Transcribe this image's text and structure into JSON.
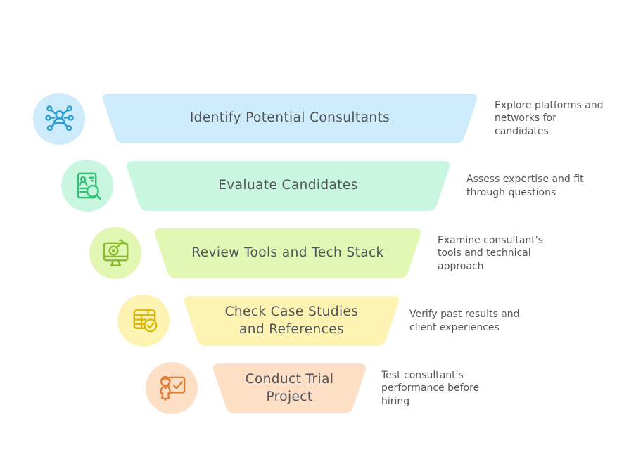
{
  "diagram": {
    "type": "funnel",
    "background": "#ffffff",
    "title_color": "#50555b",
    "description_color": "#54585d"
  },
  "steps": [
    {
      "title": "Identify Potential Consultants",
      "description": "Explore platforms and networks for candidates",
      "icon": "network-people-icon",
      "colors": {
        "fill": "#cdebfa",
        "iconBg": "#cdebfa",
        "stroke": "#2d9fd3"
      }
    },
    {
      "title": "Evaluate Candidates",
      "description": "Assess expertise and fit through questions",
      "icon": "resume-search-icon",
      "colors": {
        "fill": "#c8f6e0",
        "iconBg": "#c8f6e0",
        "stroke": "#33c173"
      }
    },
    {
      "title": "Review Tools and Tech Stack",
      "description": "Examine consultant's tools and technical approach",
      "icon": "monitor-target-icon",
      "colors": {
        "fill": "#e3f7b4",
        "iconBg": "#e3f7b4",
        "stroke": "#8aba2f"
      }
    },
    {
      "title": "Check Case Studies and References",
      "description": "Verify past results and client experiences",
      "icon": "table-check-icon",
      "colors": {
        "fill": "#fdf3b2",
        "iconBg": "#fdf3b2",
        "stroke": "#d9b90e"
      }
    },
    {
      "title": "Conduct Trial Project",
      "description": "Test consultant's performance before hiring",
      "icon": "presenter-board-icon",
      "colors": {
        "fill": "#fcdfc5",
        "iconBg": "#fcdfc5",
        "stroke": "#e08038"
      }
    }
  ]
}
